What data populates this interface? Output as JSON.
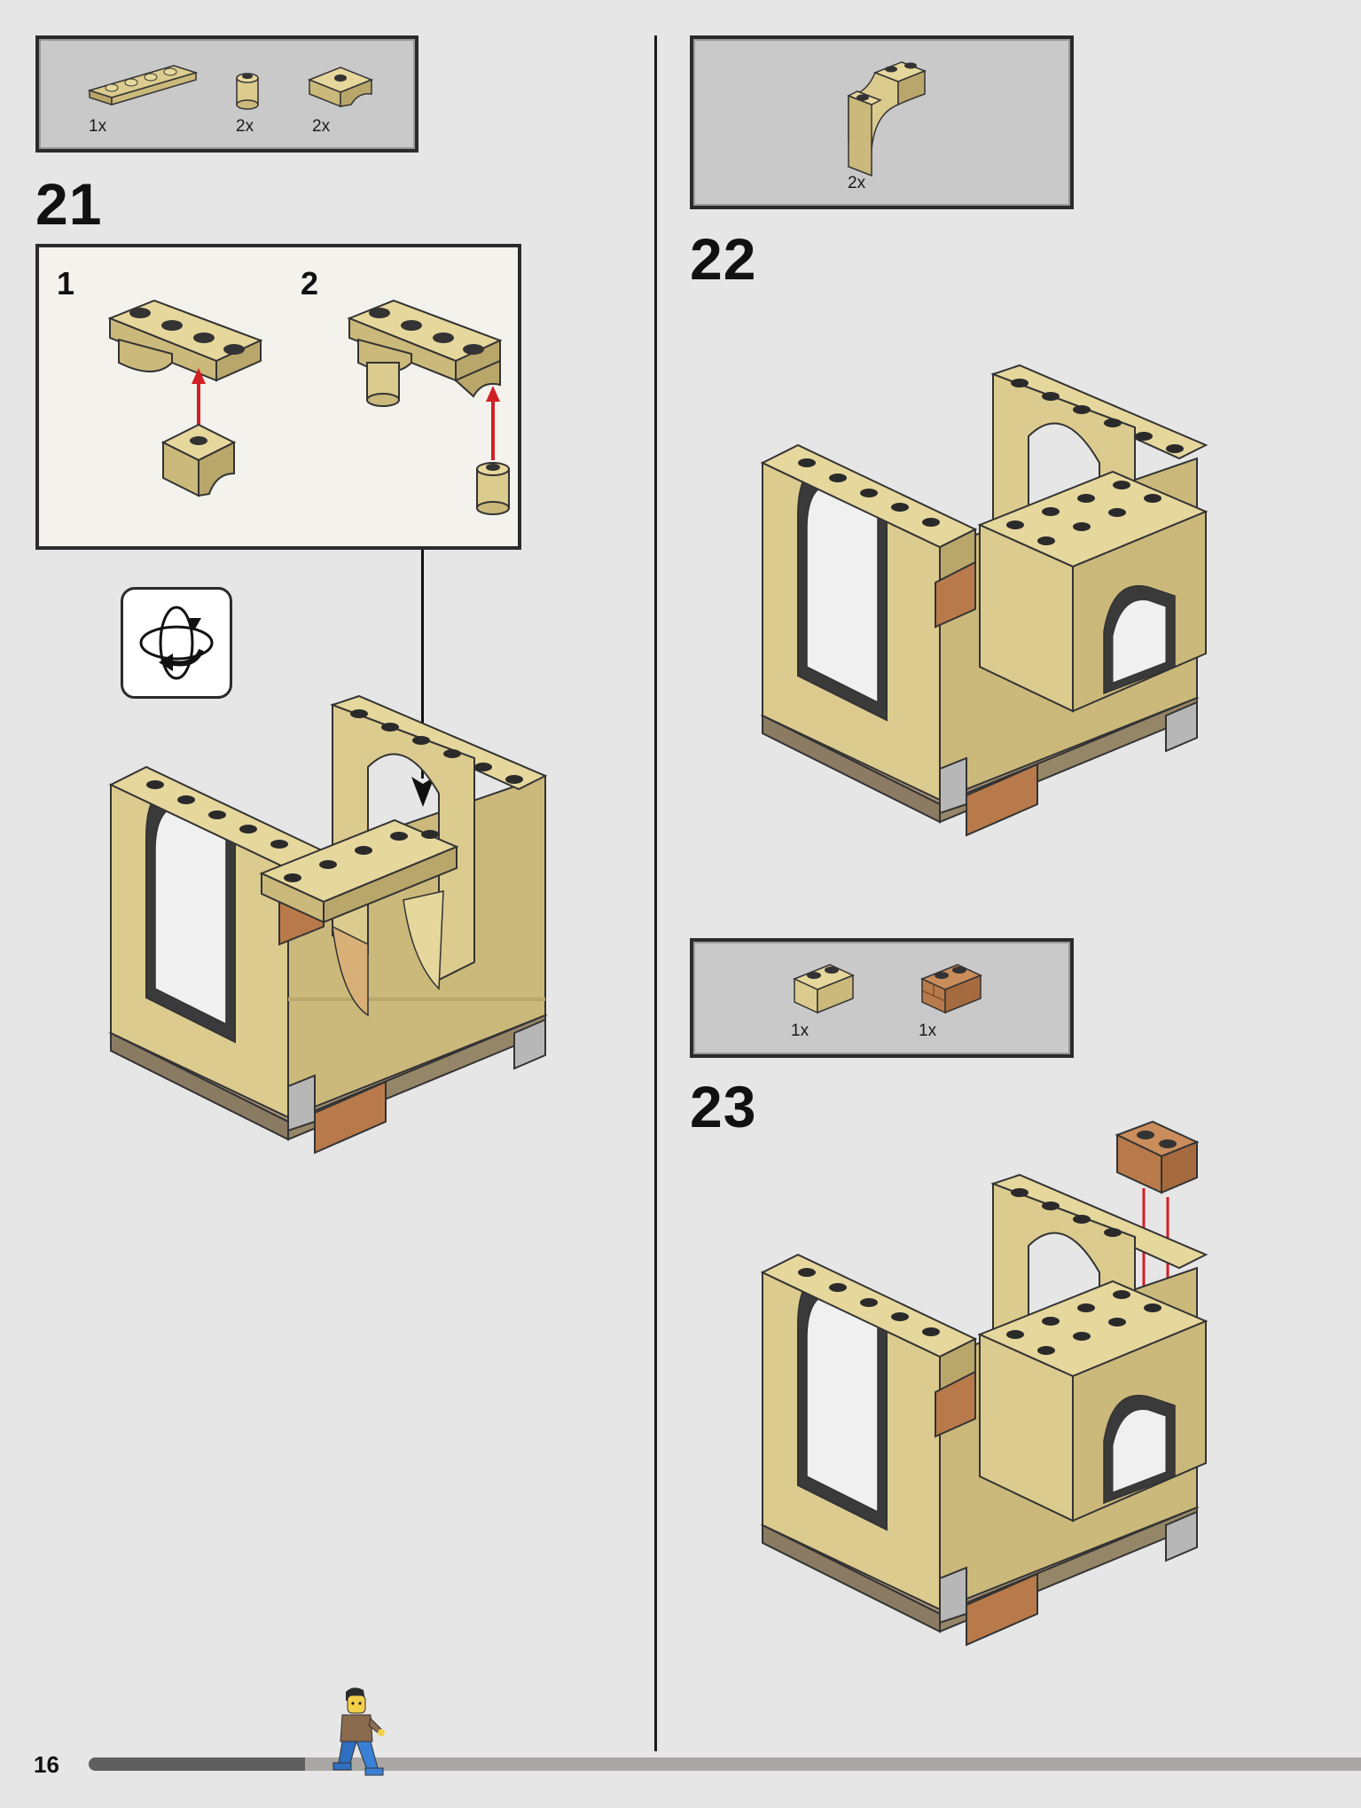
{
  "page": {
    "number": "16",
    "progress": 0.17
  },
  "steps": [
    {
      "number": "21",
      "parts": [
        {
          "qty": "1x",
          "name": "tan-plate-1x4"
        },
        {
          "qty": "2x",
          "name": "tan-round-brick"
        },
        {
          "qty": "2x",
          "name": "tan-arch-slope"
        }
      ],
      "substeps": [
        {
          "number": "1"
        },
        {
          "number": "2"
        }
      ],
      "rotate_icon": "rotate-model-icon"
    },
    {
      "number": "22",
      "parts": [
        {
          "qty": "2x",
          "name": "tan-arch-tall"
        }
      ]
    },
    {
      "number": "23",
      "parts": [
        {
          "qty": "1x",
          "name": "tan-brick-1x2"
        },
        {
          "qty": "1x",
          "name": "brown-masonry-brick-1x2"
        }
      ]
    }
  ],
  "colors": {
    "tan": "#dccb8e",
    "tan_dark": "#b9a66a",
    "brown": "#b87a4b",
    "grey": "#b7b7b7",
    "base": "#a4937a",
    "arrow_red": "#d21f26",
    "background": "#e6e6e6"
  }
}
